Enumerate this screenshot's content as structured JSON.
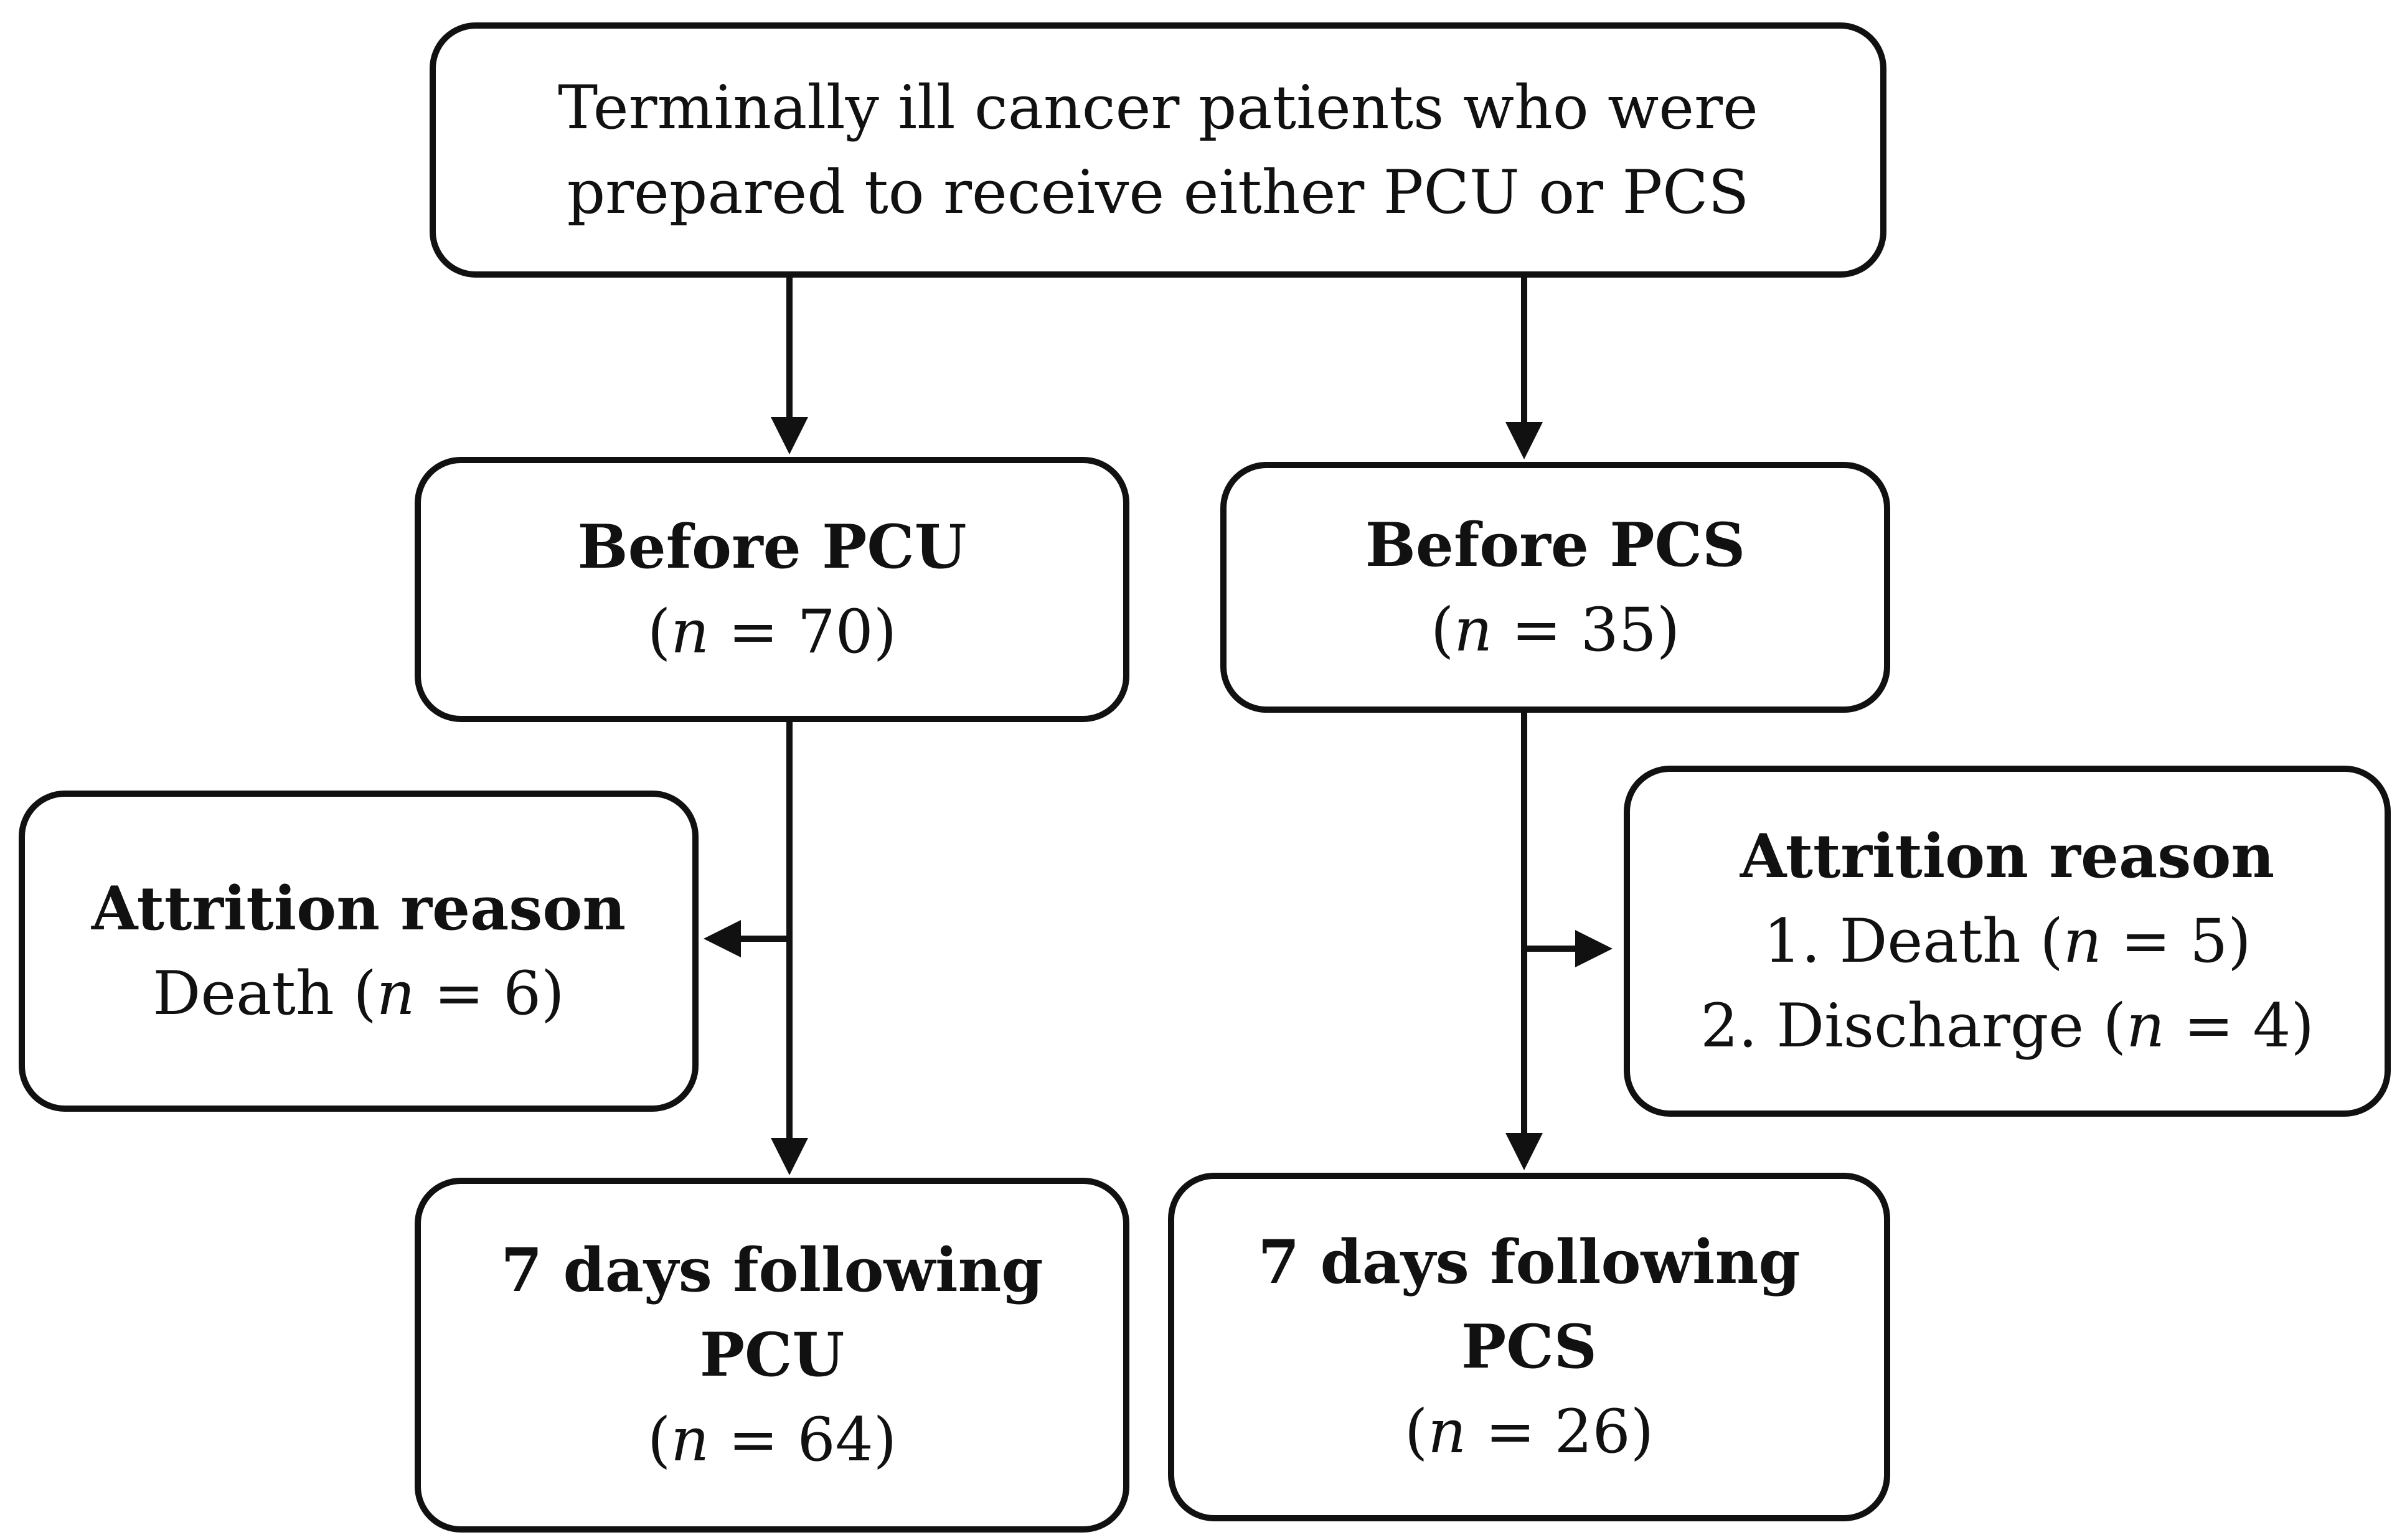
{
  "nodes": {
    "top": {
      "line1": "Terminally ill cancer patients who were",
      "line2": "prepared to receive either PCU or PCS"
    },
    "before_pcu": {
      "title": "Before PCU",
      "n": "70"
    },
    "before_pcs": {
      "title": "Before PCS",
      "n": "35"
    },
    "attrition_pcu": {
      "title": "Attrition reason",
      "item1_label": "Death",
      "item1_n": "6"
    },
    "attrition_pcs": {
      "title": "Attrition reason",
      "item1_label": "1. Death",
      "item1_n": "5",
      "item2_label": "2. Discharge",
      "item2_n": "4"
    },
    "followup_pcu": {
      "title_line1": "7 days following",
      "title_line2": "PCU",
      "n": "64"
    },
    "followup_pcs": {
      "title_line1": "7 days following",
      "title_line2": "PCS",
      "n": "26"
    }
  },
  "common": {
    "n_symbol": "n",
    "equals": " = "
  }
}
